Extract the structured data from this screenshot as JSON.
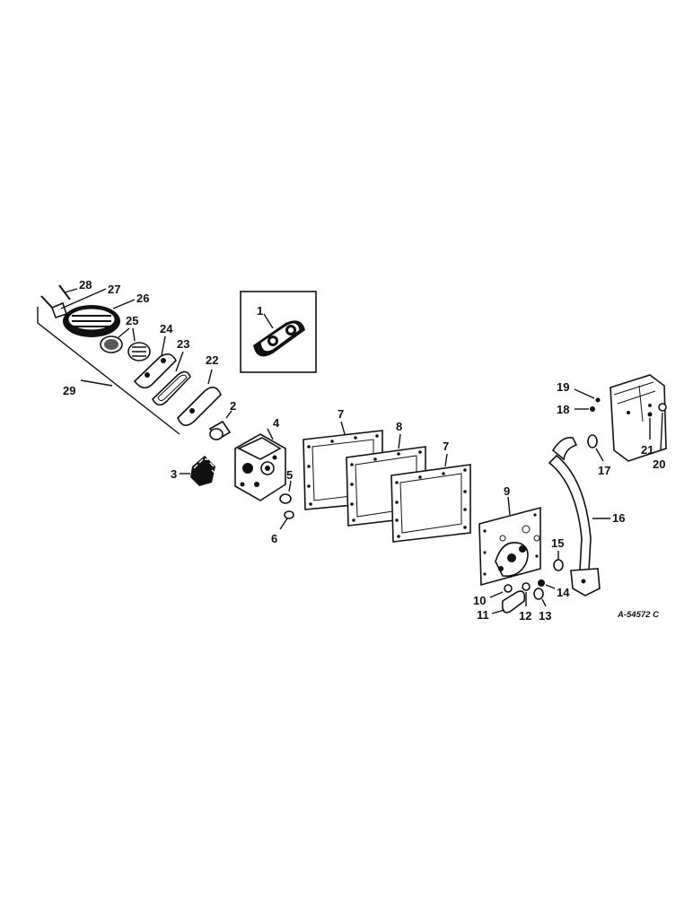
{
  "drawing_number": "A-54572 C",
  "callouts": {
    "c1": "1",
    "c2": "2",
    "c3": "3",
    "c4": "4",
    "c5": "5",
    "c6": "6",
    "c7a": "7",
    "c7b": "7",
    "c8": "8",
    "c9": "9",
    "c10": "10",
    "c11": "11",
    "c12": "12",
    "c13": "13",
    "c14": "14",
    "c15": "15",
    "c16": "16",
    "c17": "17",
    "c18": "18",
    "c19": "19",
    "c20": "20",
    "c21": "21",
    "c22": "22",
    "c23": "23",
    "c24": "24",
    "c25": "25",
    "c26": "26",
    "c27": "27",
    "c28": "28",
    "c29": "29"
  }
}
